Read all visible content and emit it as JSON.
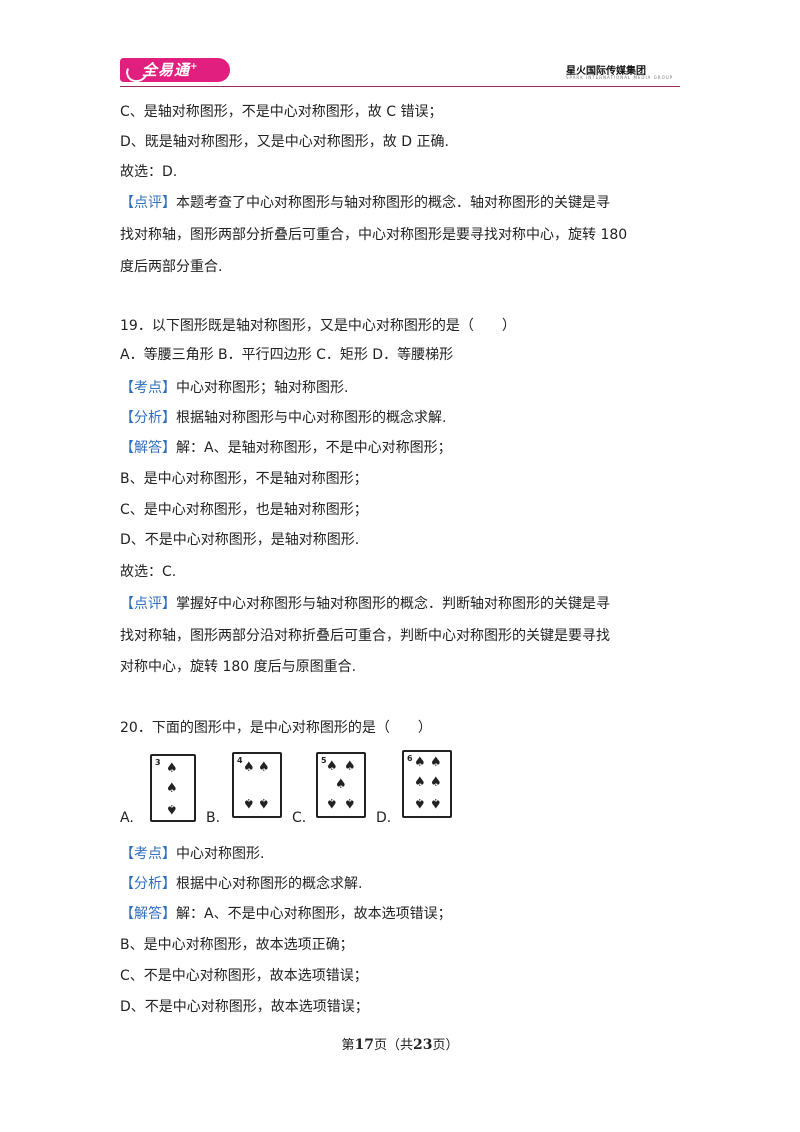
{
  "header": {
    "logo_text": "全易通",
    "logo_plus": "+",
    "brand": "星火国际传媒集团",
    "brand_sub": "SPARK INTERNATIONAL MEDIA GROUP"
  },
  "lines": [
    {
      "id": "l1",
      "text": "C、是轴对称图形，不是中心对称图形，故 C 错误；"
    },
    {
      "id": "l2",
      "text": "D、既是轴对称图形，又是中心对称图形，故 D 正确."
    },
    {
      "id": "l3",
      "text": "故选：D."
    },
    {
      "id": "l4",
      "tag": "【点评】",
      "text": "本题考查了中心对称图形与轴对称图形的概念．轴对称图形的关键是寻"
    },
    {
      "id": "l5",
      "text": "找对称轴，图形两部分折叠后可重合，中心对称图形是要寻找对称中心，旋转 180"
    },
    {
      "id": "l6",
      "text": "度后两部分重合."
    },
    {
      "id": "l7",
      "text": "19．以下图形既是轴对称图形，又是中心对称图形的是（　　）"
    },
    {
      "id": "l8",
      "text": "A．等腰三角形  B．平行四边形  C．矩形 D．等腰梯形"
    },
    {
      "id": "l9",
      "tag": "【考点】",
      "text": "中心对称图形；轴对称图形."
    },
    {
      "id": "l10",
      "tag": "【分析】",
      "text": "根据轴对称图形与中心对称图形的概念求解."
    },
    {
      "id": "l11",
      "tag": "【解答】",
      "text": "解：A、是轴对称图形，不是中心对称图形；"
    },
    {
      "id": "l12",
      "text": "B、是中心对称图形，不是轴对称图形；"
    },
    {
      "id": "l13",
      "text": "C、是中心对称图形，也是轴对称图形；"
    },
    {
      "id": "l14",
      "text": "D、不是中心对称图形，是轴对称图形."
    },
    {
      "id": "l15",
      "text": "故选：C."
    },
    {
      "id": "l16",
      "tag": "【点评】",
      "text": "掌握好中心对称图形与轴对称图形的概念．判断轴对称图形的关键是寻"
    },
    {
      "id": "l17",
      "text": "找对称轴，图形两部分沿对称折叠后可重合，判断中心对称图形的关键是要寻找"
    },
    {
      "id": "l18",
      "text": "对称中心，旋转 180 度后与原图重合."
    },
    {
      "id": "l19",
      "text": "20．下面的图形中，是中心对称图形的是（　　）"
    }
  ],
  "options": [
    "A.",
    "B.",
    "C.",
    "D."
  ],
  "card_numbers": [
    "3",
    "4",
    "5",
    "6"
  ],
  "lines_after": [
    {
      "id": "m1",
      "tag": "【考点】",
      "text": "中心对称图形."
    },
    {
      "id": "m2",
      "tag": "【分析】",
      "text": "根据中心对称图形的概念求解."
    },
    {
      "id": "m3",
      "tag": "【解答】",
      "text": "解：A、不是中心对称图形，故本选项错误；"
    },
    {
      "id": "m4",
      "text": "B、是中心对称图形，故本选项正确；"
    },
    {
      "id": "m5",
      "text": "C、不是中心对称图形，故本选项错误；"
    },
    {
      "id": "m6",
      "text": "D、不是中心对称图形，故本选项错误；"
    }
  ],
  "footer": {
    "pre": "第",
    "page": "17",
    "mid": "页（共",
    "total": "23",
    "post": "页）"
  },
  "colors": {
    "accent": "#e01f7e",
    "tag": "#2f6fbf",
    "rule": "#9a2a5e"
  }
}
